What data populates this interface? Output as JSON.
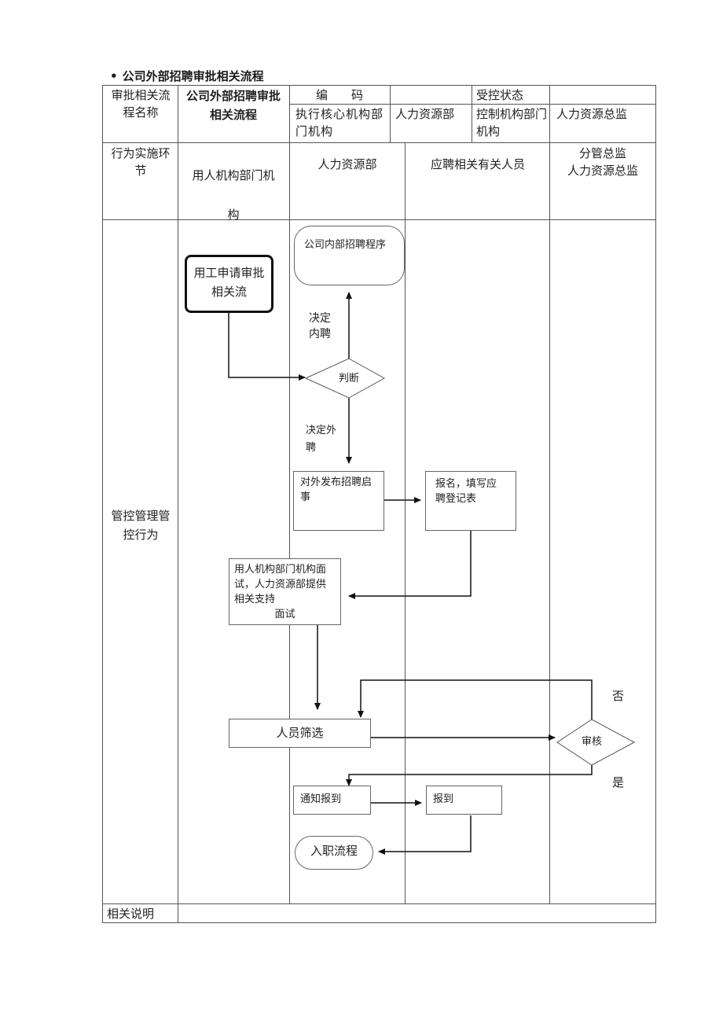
{
  "doc_title": "公司外部招聘审批相关流程",
  "header": {
    "flow_name_label": "审批相关流程名称",
    "flow_name_value": "公司外部招聘审批相关流程",
    "code_label": "编　　码",
    "code_value": "",
    "control_status_label": "受控状态",
    "control_status_value": "",
    "exec_unit_label": "执行核心机构部门机构",
    "exec_unit_value": "人力资源部",
    "control_unit_label": "控制机构部门机构",
    "control_unit_value": "人力资源总监"
  },
  "lanes": {
    "row_label": "行为实施环节",
    "col1": "用人机构部门机构",
    "col2": "人力资源部",
    "col3": "应聘相关有关人员",
    "col4_line1": "分管总监",
    "col4_line2": "人力资源总监"
  },
  "left_label": "管控管理管控行为",
  "footer_label": "相关说明",
  "nodes": {
    "start": "用工申请审批相关流",
    "internal": "公司内部招聘程序",
    "judge": "判断",
    "decide_internal": "决定内聘",
    "decide_external": "决定外聘",
    "publish": "对外发布招聘启事",
    "apply": "报名，填写应聘登记表",
    "interview_desc": "用人机构部门机构面试，人力资源部提供相关支持",
    "interview": "面试",
    "screen": "人员筛选",
    "review": "审核",
    "no": "否",
    "yes": "是",
    "notify": "通知报到",
    "report": "报到",
    "onboard": "入职流程"
  }
}
